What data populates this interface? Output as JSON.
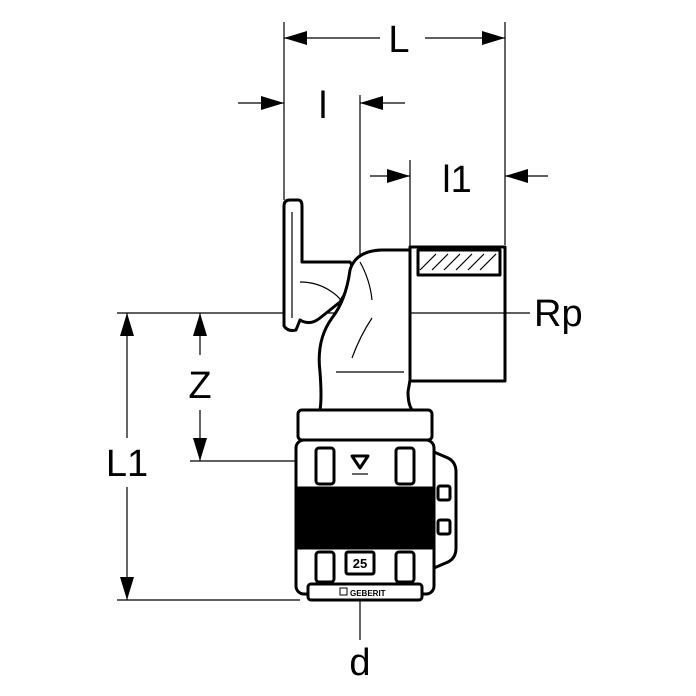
{
  "dimensions": {
    "L": "L",
    "l": "l",
    "l1": "l1",
    "Rp": "Rp",
    "Z": "Z",
    "L1": "L1",
    "d": "d"
  },
  "fitting": {
    "size_marking": "25",
    "brand_marking": "GEBERIT"
  }
}
